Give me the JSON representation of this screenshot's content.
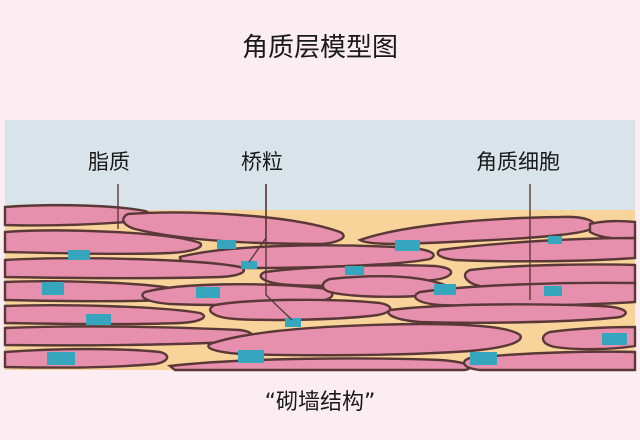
{
  "title": "角质层模型图",
  "labels": {
    "lipid": "脂质",
    "desmosome": "桥粒",
    "corneocyte": "角质细胞"
  },
  "caption": "“砌墙结构”",
  "colors": {
    "page_background": "#fbedf1",
    "sky_background": "#d9e4ea",
    "lipid_fill": "#f9d49a",
    "cell_fill": "#e690ad",
    "cell_outline": "#5a3838",
    "desmosome_fill": "#35a6bd"
  }
}
